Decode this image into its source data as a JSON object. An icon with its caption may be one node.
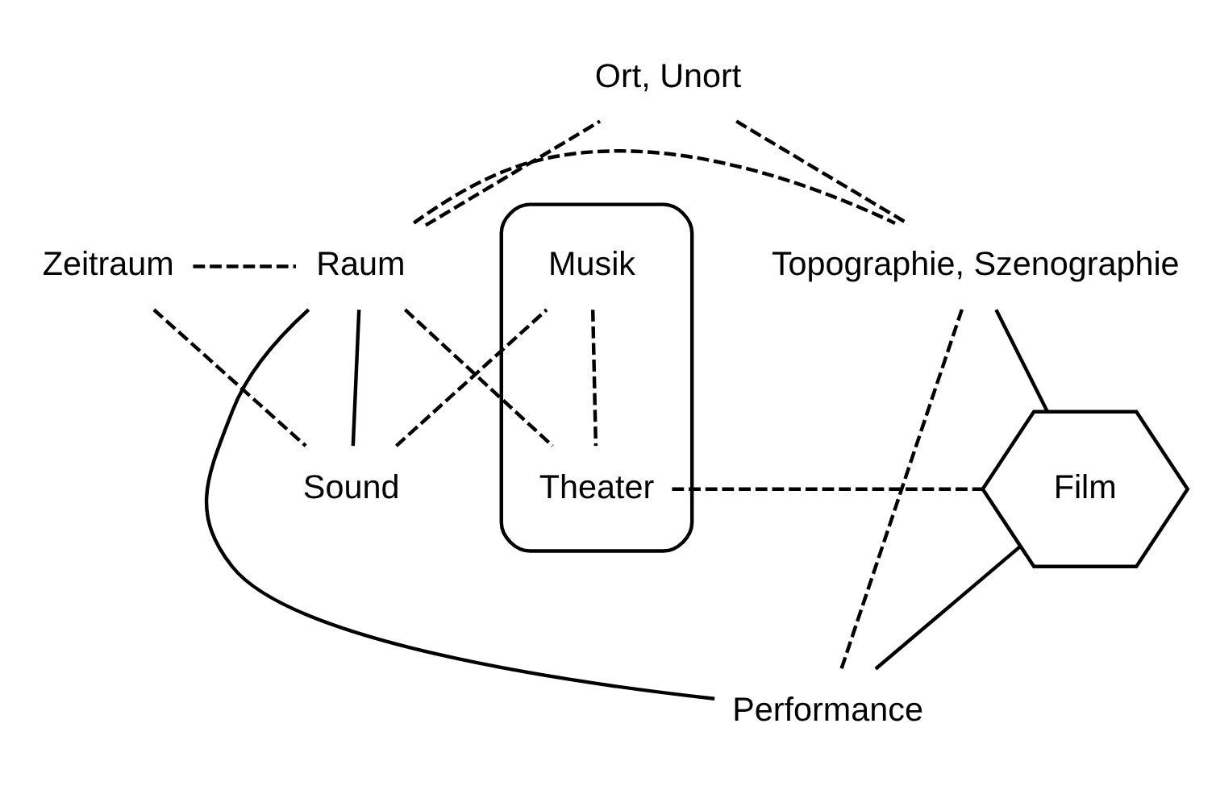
{
  "diagram": {
    "nodes": [
      {
        "text": [
          "Ort, Unort"
        ]
      },
      {
        "text": [
          "Zeitraum"
        ]
      },
      {
        "text": [
          "Raum"
        ]
      },
      {
        "text": [
          "Topographie, Szenographie"
        ]
      },
      {
        "text": [
          "Sound"
        ]
      },
      {
        "text": [],
        "shape": "ellipse"
      },
      {
        "text": [
          "Musik"
        ],
        "in": 5
      },
      {
        "text": [
          "Theater"
        ],
        "in": 5
      },
      {
        "text": [
          "Film"
        ]
      },
      {
        "text": [
          "Performance"
        ]
      }
    ],
    "edges": [
      {
        "from": 2,
        "to": 0,
        "arrow": "none",
        "style": "dashed"
      },
      {
        "from": 0,
        "to": 3,
        "arrow": "none",
        "style": "dashed"
      },
      {
        "from": 1,
        "to": 2,
        "arrow": "none",
        "style": "dashed"
      },
      {
        "from": 2,
        "to": 3,
        "arrow": "none",
        "style": "dashed"
      },
      {
        "from": 1,
        "to": 4,
        "arrow": "none",
        "style": "dashed"
      },
      {
        "from": 2,
        "to": 4,
        "arrow": "none"
      },
      {
        "from": 2,
        "to": 9,
        "arrow": "none"
      },
      {
        "from": 2,
        "to": 7,
        "arrow": "none",
        "style": "dashed"
      },
      {
        "from": 3,
        "to": 9,
        "arrow": "none",
        "style": "dashed"
      },
      {
        "from": 3,
        "to": 8,
        "arrow": "none"
      },
      {
        "from": 4,
        "to": 6,
        "arrow": "none",
        "style": "dashed"
      },
      {
        "from": 6,
        "to": 7,
        "arrow": "none",
        "style": "dashed"
      },
      {
        "from": 7,
        "to": 8,
        "arrow": "none",
        "style": "dashed"
      },
      {
        "from": 8,
        "to": 9,
        "arrow": "none"
      }
    ]
  }
}
